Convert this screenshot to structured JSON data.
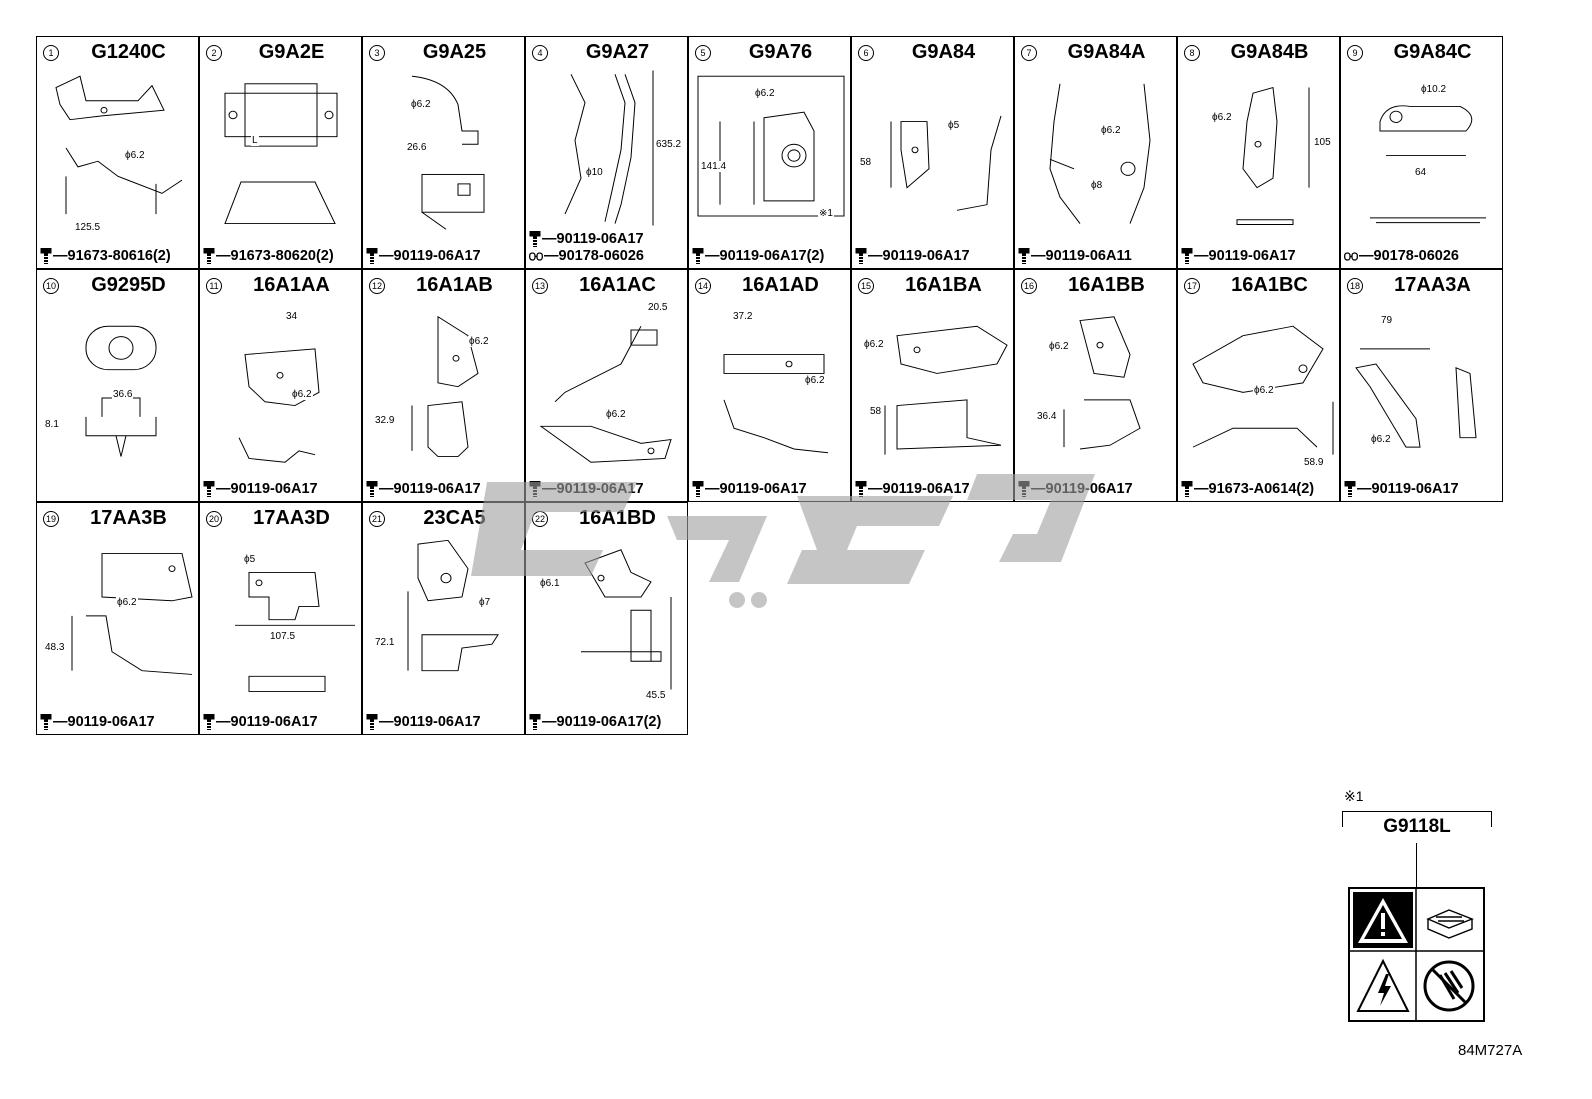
{
  "cells": [
    {
      "num": "1",
      "code": "G1240C",
      "dims": [
        "ϕ6.2",
        "125.5"
      ],
      "parts": [
        [
          "bolt",
          "91673-80616(2)"
        ]
      ]
    },
    {
      "num": "2",
      "code": "G9A2E",
      "dims": [
        "L"
      ],
      "parts": [
        [
          "bolt",
          "91673-80620(2)"
        ]
      ]
    },
    {
      "num": "3",
      "code": "G9A25",
      "dims": [
        "ϕ6.2",
        "26.6"
      ],
      "parts": [
        [
          "bolt",
          "90119-06A17"
        ]
      ]
    },
    {
      "num": "4",
      "code": "G9A27",
      "dims": [
        "635.2",
        "ϕ10"
      ],
      "parts": [
        [
          "bolt",
          "90119-06A17"
        ],
        [
          "clip",
          "90178-06026"
        ]
      ]
    },
    {
      "num": "5",
      "code": "G9A76",
      "dims": [
        "ϕ6.2",
        "141.4",
        "※1"
      ],
      "parts": [
        [
          "bolt",
          "90119-06A17(2)"
        ]
      ]
    },
    {
      "num": "6",
      "code": "G9A84",
      "dims": [
        "ϕ5",
        "58"
      ],
      "parts": [
        [
          "bolt",
          "90119-06A17"
        ]
      ]
    },
    {
      "num": "7",
      "code": "G9A84A",
      "dims": [
        "ϕ6.2",
        "ϕ8"
      ],
      "parts": [
        [
          "bolt",
          "90119-06A11"
        ]
      ]
    },
    {
      "num": "8",
      "code": "G9A84B",
      "dims": [
        "ϕ6.2",
        "105"
      ],
      "parts": [
        [
          "bolt",
          "90119-06A17"
        ]
      ]
    },
    {
      "num": "9",
      "code": "G9A84C",
      "dims": [
        "ϕ10.2",
        "64"
      ],
      "parts": [
        [
          "clip",
          "90178-06026"
        ]
      ]
    },
    {
      "num": "10",
      "code": "G9295D",
      "dims": [
        "36.6",
        "8.1"
      ],
      "parts": []
    },
    {
      "num": "11",
      "code": "16A1AA",
      "dims": [
        "34",
        "ϕ6.2"
      ],
      "parts": [
        [
          "bolt",
          "90119-06A17"
        ]
      ]
    },
    {
      "num": "12",
      "code": "16A1AB",
      "dims": [
        "ϕ6.2",
        "32.9"
      ],
      "parts": [
        [
          "bolt",
          "90119-06A17"
        ]
      ]
    },
    {
      "num": "13",
      "code": "16A1AC",
      "dims": [
        "20.5",
        "ϕ6.2"
      ],
      "parts": [
        [
          "bolt",
          "90119-06A17"
        ]
      ]
    },
    {
      "num": "14",
      "code": "16A1AD",
      "dims": [
        "37.2",
        "ϕ6.2"
      ],
      "parts": [
        [
          "bolt",
          "90119-06A17"
        ]
      ]
    },
    {
      "num": "15",
      "code": "16A1BA",
      "dims": [
        "ϕ6.2",
        "58"
      ],
      "parts": [
        [
          "bolt",
          "90119-06A17"
        ]
      ]
    },
    {
      "num": "16",
      "code": "16A1BB",
      "dims": [
        "ϕ6.2",
        "36.4"
      ],
      "parts": [
        [
          "bolt",
          "90119-06A17"
        ]
      ]
    },
    {
      "num": "17",
      "code": "16A1BC",
      "dims": [
        "ϕ6.2",
        "58.9"
      ],
      "parts": [
        [
          "bolt",
          "91673-A0614(2)"
        ]
      ]
    },
    {
      "num": "18",
      "code": "17AA3A",
      "dims": [
        "79",
        "ϕ6.2"
      ],
      "parts": [
        [
          "bolt",
          "90119-06A17"
        ]
      ]
    },
    {
      "num": "19",
      "code": "17AA3B",
      "dims": [
        "ϕ6.2",
        "48.3"
      ],
      "parts": [
        [
          "bolt",
          "90119-06A17"
        ]
      ]
    },
    {
      "num": "20",
      "code": "17AA3D",
      "dims": [
        "ϕ5",
        "107.5"
      ],
      "parts": [
        [
          "bolt",
          "90119-06A17"
        ]
      ]
    },
    {
      "num": "21",
      "code": "23CA5",
      "dims": [
        "ϕ7",
        "72.1"
      ],
      "parts": [
        [
          "bolt",
          "90119-06A17"
        ]
      ]
    },
    {
      "num": "22",
      "code": "16A1BD",
      "dims": [
        "ϕ6.1",
        "45.5"
      ],
      "parts": [
        [
          "bolt",
          "90119-06A17(2)"
        ]
      ]
    }
  ],
  "note_mark": "※1",
  "label_code": "G9118L",
  "doc_id": "84M727A",
  "colors": {
    "ink": "#000000",
    "watermark": "#a0a0a0"
  }
}
